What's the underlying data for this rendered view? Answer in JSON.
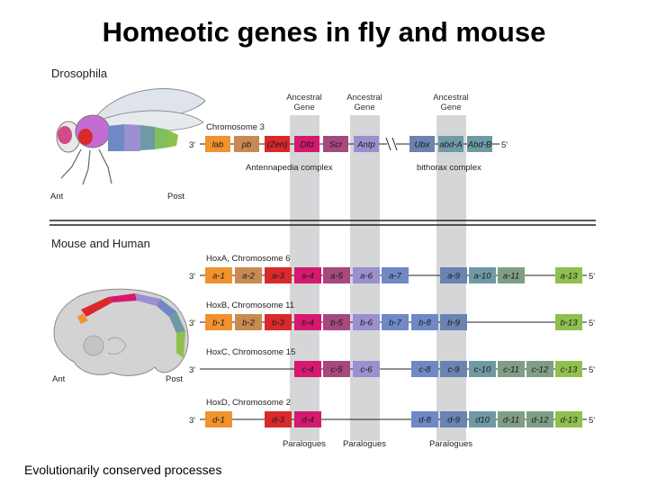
{
  "title": "Homeotic genes in fly and mouse",
  "caption": "Evolutionarily conserved processes",
  "colors": {
    "orange": "#f0922e",
    "tan": "#c98a52",
    "red": "#d9292c",
    "magenta": "#d5196e",
    "plum": "#a5497e",
    "lavender": "#9b8fcf",
    "blue": "#6f89c4",
    "slate": "#6a83b0",
    "teal": "#6f9aa4",
    "sage": "#7f9e85",
    "green": "#8fc04e",
    "ancestral_band": "#d4d6d8"
  },
  "drosophila": {
    "section_label": "Drosophila",
    "fly_icon": "fruit-fly-icon",
    "ant": "Ant",
    "post": "Post",
    "chromosome_label": "Chromosome 3",
    "end3": "3'",
    "end5": "5'",
    "genes": [
      {
        "label": "lab",
        "color": "#f0922e"
      },
      {
        "label": "pb",
        "color": "#c98a52"
      },
      {
        "label": "(Zen)",
        "color": "#d9292c"
      },
      {
        "label": "Dfd",
        "color": "#d5196e"
      },
      {
        "label": "Scr",
        "color": "#a5497e"
      },
      {
        "label": "Antp",
        "color": "#9b8fcf"
      },
      {
        "label": "Ubx",
        "color": "#6a83b0"
      },
      {
        "label": "abd-A",
        "color": "#6f9aa4"
      },
      {
        "label": "Abd-B",
        "color": "#6f9aa4"
      }
    ],
    "antennapedia": "Antennapedia complex",
    "bithorax": "bithorax complex"
  },
  "ancestral": [
    "Ancestral Gene",
    "Ancestral Gene",
    "Ancestral Gene"
  ],
  "mouse": {
    "section_label": "Mouse and Human",
    "embryo_icon": "mouse-embryo-icon",
    "ant": "Ant",
    "post": "Post",
    "clusters": [
      {
        "label": "HoxA, Chromosome 6",
        "end3": "3'",
        "end5": "5'",
        "genes": [
          {
            "label": "a-1",
            "color": "#f0922e"
          },
          {
            "label": "a-2",
            "color": "#c98a52"
          },
          {
            "label": "a-3",
            "color": "#d9292c"
          },
          {
            "label": "a-4",
            "color": "#d5196e"
          },
          {
            "label": "a-5",
            "color": "#a5497e"
          },
          {
            "label": "a-6",
            "color": "#9b8fcf"
          },
          {
            "label": "a-7",
            "color": "#6f89c4"
          },
          {
            "label": "a-9",
            "color": "#6a83b0"
          },
          {
            "label": "a-10",
            "color": "#6f9aa4"
          },
          {
            "label": "a-11",
            "color": "#7f9e85"
          },
          {
            "label": "a-13",
            "color": "#8fc04e"
          }
        ]
      },
      {
        "label": "HoxB, Chromosome 11",
        "end3": "3'",
        "end5": "5'",
        "genes": [
          {
            "label": "b-1",
            "color": "#f0922e"
          },
          {
            "label": "b-2",
            "color": "#c98a52"
          },
          {
            "label": "b-3",
            "color": "#d9292c"
          },
          {
            "label": "b-4",
            "color": "#d5196e"
          },
          {
            "label": "b-5",
            "color": "#a5497e"
          },
          {
            "label": "b-6",
            "color": "#9b8fcf"
          },
          {
            "label": "b-7",
            "color": "#6f89c4"
          },
          {
            "label": "b-8",
            "color": "#6f89c4"
          },
          {
            "label": "b-9",
            "color": "#6a83b0"
          },
          {
            "label": "b-13",
            "color": "#8fc04e"
          }
        ]
      },
      {
        "label": "HoxC, Chromosome 15",
        "end3": "3'",
        "end5": "5'",
        "genes": [
          {
            "label": "c-4",
            "color": "#d5196e"
          },
          {
            "label": "c-5",
            "color": "#a5497e"
          },
          {
            "label": "c-6",
            "color": "#9b8fcf"
          },
          {
            "label": "c-8",
            "color": "#6f89c4"
          },
          {
            "label": "c-9",
            "color": "#6a83b0"
          },
          {
            "label": "c-10",
            "color": "#6f9aa4"
          },
          {
            "label": "c-11",
            "color": "#7f9e85"
          },
          {
            "label": "c-12",
            "color": "#7f9e85"
          },
          {
            "label": "c-13",
            "color": "#8fc04e"
          }
        ]
      },
      {
        "label": "HoxD, Chromosome 2",
        "end3": "3'",
        "end5": "5'",
        "genes": [
          {
            "label": "d-1",
            "color": "#f0922e"
          },
          {
            "label": "d-3",
            "color": "#d9292c"
          },
          {
            "label": "d-4",
            "color": "#d5196e"
          },
          {
            "label": "d-8",
            "color": "#6f89c4"
          },
          {
            "label": "d-9",
            "color": "#6a83b0"
          },
          {
            "label": "d10",
            "color": "#6f9aa4"
          },
          {
            "label": "d-11",
            "color": "#7f9e85"
          },
          {
            "label": "d-12",
            "color": "#7f9e85"
          },
          {
            "label": "d-13",
            "color": "#8fc04e"
          }
        ]
      }
    ]
  },
  "paralogues": [
    "Paralogues",
    "Paralogues",
    "Paralogues"
  ]
}
